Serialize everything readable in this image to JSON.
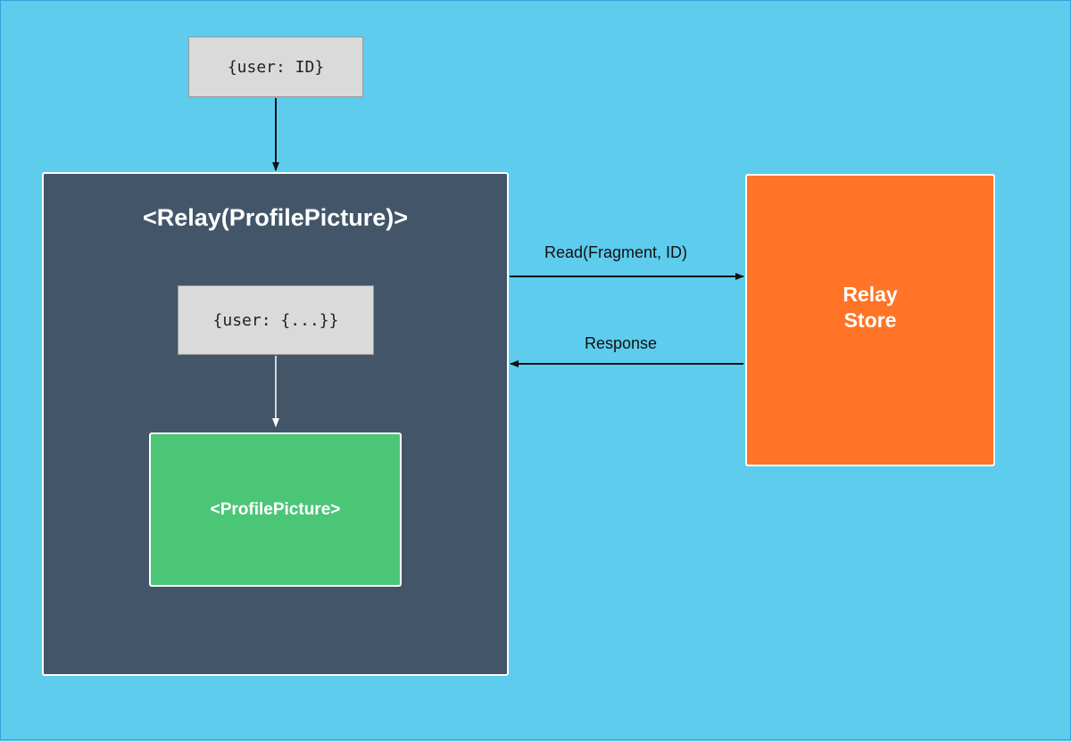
{
  "diagram": {
    "top_prop": "{user: ID}",
    "container_title": "<Relay(ProfilePicture)>",
    "inner_prop": "{user: {...}}",
    "inner_component": "<ProfilePicture>",
    "store_line1": "Relay",
    "store_line2": "Store",
    "edge_read": "Read(Fragment, ID)",
    "edge_response": "Response"
  },
  "colors": {
    "background": "#5ecced",
    "container": "#435669",
    "component": "#4bc676",
    "store": "#ff7426",
    "prop_box": "#dadada"
  }
}
